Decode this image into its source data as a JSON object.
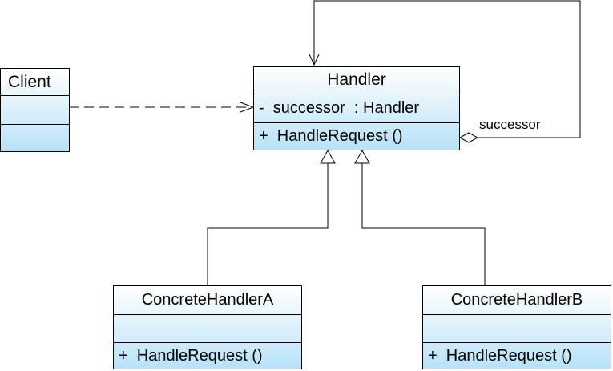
{
  "colors": {
    "box_fill_top": "#ffffff",
    "box_fill_bottom": "#b8e2f8",
    "line": "#000000"
  },
  "client": {
    "name": "Client",
    "attributes": "",
    "operations": ""
  },
  "handler": {
    "name": "Handler",
    "attribute": "-  successor  : Handler",
    "operation": "+  HandleRequest ()"
  },
  "concrete_a": {
    "name": "ConcreteHandlerA",
    "attributes": "",
    "operation": "+  HandleRequest ()"
  },
  "concrete_b": {
    "name": "ConcreteHandlerB",
    "attributes": "",
    "operation": "+  HandleRequest ()"
  },
  "association": {
    "role_label": "successor"
  },
  "relationships": [
    {
      "type": "dependency",
      "from": "Client",
      "to": "Handler"
    },
    {
      "type": "generalization",
      "from": "ConcreteHandlerA",
      "to": "Handler"
    },
    {
      "type": "generalization",
      "from": "ConcreteHandlerB",
      "to": "Handler"
    },
    {
      "type": "aggregation",
      "from": "Handler",
      "to": "Handler",
      "role": "successor"
    }
  ]
}
